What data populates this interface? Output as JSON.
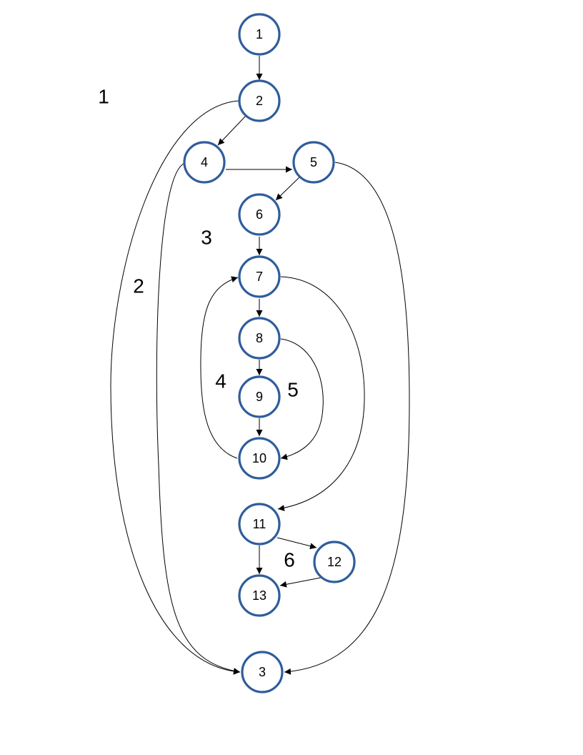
{
  "graph": {
    "nodes": [
      {
        "id": "n1",
        "label": "1"
      },
      {
        "id": "n2",
        "label": "2"
      },
      {
        "id": "n4",
        "label": "4"
      },
      {
        "id": "n5",
        "label": "5"
      },
      {
        "id": "n6",
        "label": "6"
      },
      {
        "id": "n7",
        "label": "7"
      },
      {
        "id": "n8",
        "label": "8"
      },
      {
        "id": "n9",
        "label": "9"
      },
      {
        "id": "n10",
        "label": "10"
      },
      {
        "id": "n11",
        "label": "11"
      },
      {
        "id": "n12",
        "label": "12"
      },
      {
        "id": "n13",
        "label": "13"
      },
      {
        "id": "n3",
        "label": "3"
      }
    ],
    "edges": [
      {
        "from": "1",
        "to": "2"
      },
      {
        "from": "2",
        "to": "4"
      },
      {
        "from": "2",
        "to": "3"
      },
      {
        "from": "4",
        "to": "5"
      },
      {
        "from": "4",
        "to": "3"
      },
      {
        "from": "5",
        "to": "6"
      },
      {
        "from": "5",
        "to": "3"
      },
      {
        "from": "6",
        "to": "7"
      },
      {
        "from": "7",
        "to": "8"
      },
      {
        "from": "7",
        "to": "11"
      },
      {
        "from": "8",
        "to": "9"
      },
      {
        "from": "8",
        "to": "10"
      },
      {
        "from": "9",
        "to": "10"
      },
      {
        "from": "10",
        "to": "7"
      },
      {
        "from": "11",
        "to": "13"
      },
      {
        "from": "11",
        "to": "12"
      },
      {
        "from": "12",
        "to": "13"
      }
    ],
    "regions": [
      {
        "id": "r1",
        "label": "1"
      },
      {
        "id": "r2",
        "label": "2"
      },
      {
        "id": "r3",
        "label": "3"
      },
      {
        "id": "r4",
        "label": "4"
      },
      {
        "id": "r5",
        "label": "5"
      },
      {
        "id": "r6",
        "label": "6"
      }
    ],
    "colors": {
      "node_stroke": "#2f5d9c",
      "edge": "#000000",
      "text": "#000000"
    }
  }
}
